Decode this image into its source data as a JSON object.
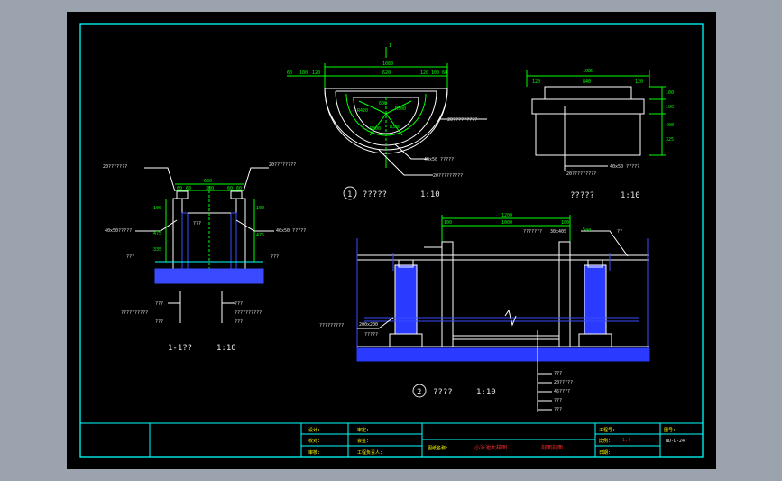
{
  "colors": {
    "page": "#9aa3ae",
    "sheet": "#000000",
    "frame": "#00ffff",
    "dim": "#00ff00",
    "line": "#ffffff",
    "blue": "#3a4bff",
    "hatch": "#2a3bff",
    "red": "#ff2a2a",
    "yellow": "#ffff00",
    "label": "#e6e6e6"
  },
  "plan_view": {
    "cut_mark_top": "1",
    "overall_dim": "1080",
    "top_dims": [
      "60",
      "100",
      "120",
      "620",
      "120",
      "100",
      "60"
    ],
    "inner_dim": "600",
    "radial_labels": [
      "R420",
      "R300",
      "R500",
      "R330"
    ],
    "note_right": "20?????????",
    "note_bottom_1": "40x50 ?????",
    "note_bottom_2": "20?????????",
    "title_no": "1",
    "title": "?????",
    "scale": "1:10"
  },
  "elevation_view": {
    "overall_dim": "1080",
    "top_dims": [
      "120",
      "840",
      "120"
    ],
    "right_dims": [
      "100",
      "100",
      "400",
      "325"
    ],
    "note": "40x50 ?????",
    "note2": "20?????????",
    "title": "?????",
    "scale": "1:10"
  },
  "section_1_1": {
    "note_tl": "20???????",
    "note_tr": "20????????",
    "top_dim": "630",
    "sub_dims": [
      "60",
      "60",
      "330",
      "60",
      "60"
    ],
    "left_note": "40x50?????",
    "right_note": "40x50 ?????",
    "center_note": "???",
    "left_level": "???",
    "right_level": "???",
    "left_dims": [
      "100",
      "475",
      "335"
    ],
    "right_dims": [
      "100",
      "475"
    ],
    "bottom_left": [
      "???",
      "??????????",
      "???"
    ],
    "bottom_right": [
      "???",
      "??????????",
      "???"
    ],
    "title": "1-1??",
    "scale": "1:10"
  },
  "section_2": {
    "top_dim": "1200",
    "sub_dims": [
      "100",
      "1000",
      "100"
    ],
    "mid_note": "???????",
    "mid_note2": "30x40S",
    "level_note": "5aa",
    "right_tag": "??",
    "left_note": "?????????",
    "left_note2": "200x200",
    "left_note3": "?????",
    "leaders": [
      "???",
      "20?????",
      "45????",
      "???",
      "???"
    ],
    "title_no": "2",
    "title": "????",
    "scale": "1:10"
  },
  "title_block": {
    "labels_col1": [
      "设计:",
      "校对:",
      "审核:"
    ],
    "labels_col2": [
      "审定:",
      "会签:",
      "工程负责人:"
    ],
    "drawing_name_label": "图纸名称:",
    "drawing_name_1": "小泳池大样图",
    "drawing_name_2": "剖面剖面",
    "right_labels": [
      "工程号:",
      "比例:",
      "日期:"
    ],
    "sheet_label": "图号:",
    "sheet_no": "ND-D-24",
    "scale_value": "1:?"
  }
}
